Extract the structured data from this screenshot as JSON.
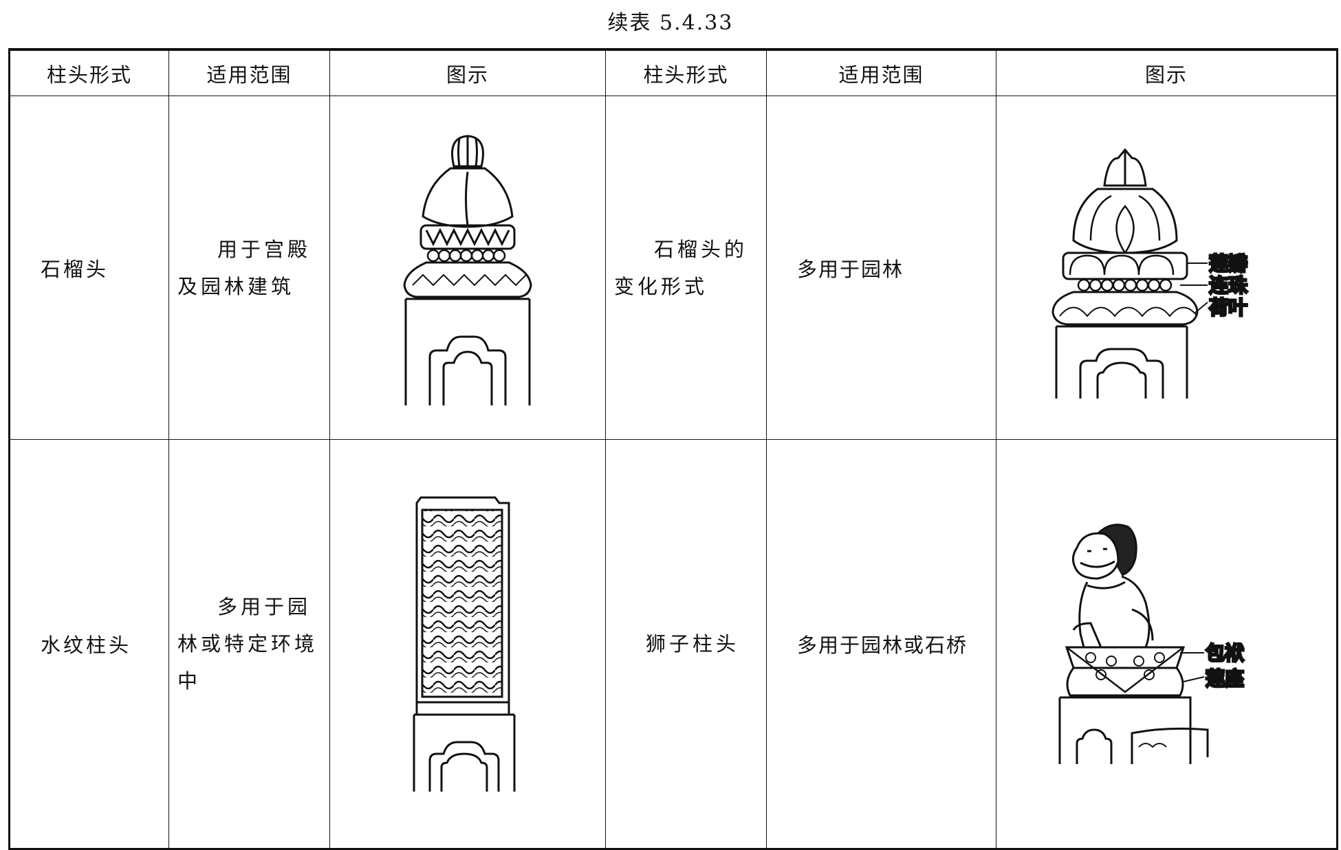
{
  "title": "续表 5.4.33",
  "headers": [
    "柱头形式",
    "适用范围",
    "图示",
    "柱头形式",
    "适用范围",
    "图示"
  ],
  "rows": [
    {
      "left": {
        "form": "石榴头",
        "scope": "用于宫殿及园林建筑"
      },
      "right": {
        "form": "石榴头的变化形式",
        "scope": "多用于园林",
        "labels": [
          "莲瓣",
          "连珠",
          "荷叶"
        ]
      }
    },
    {
      "left": {
        "form": "水纹柱头",
        "scope": "多用于园林或特定环境中"
      },
      "right": {
        "form": "狮子柱头",
        "scope": "多用于园林或石桥",
        "labels": [
          "包袱",
          "莲座"
        ]
      }
    }
  ]
}
